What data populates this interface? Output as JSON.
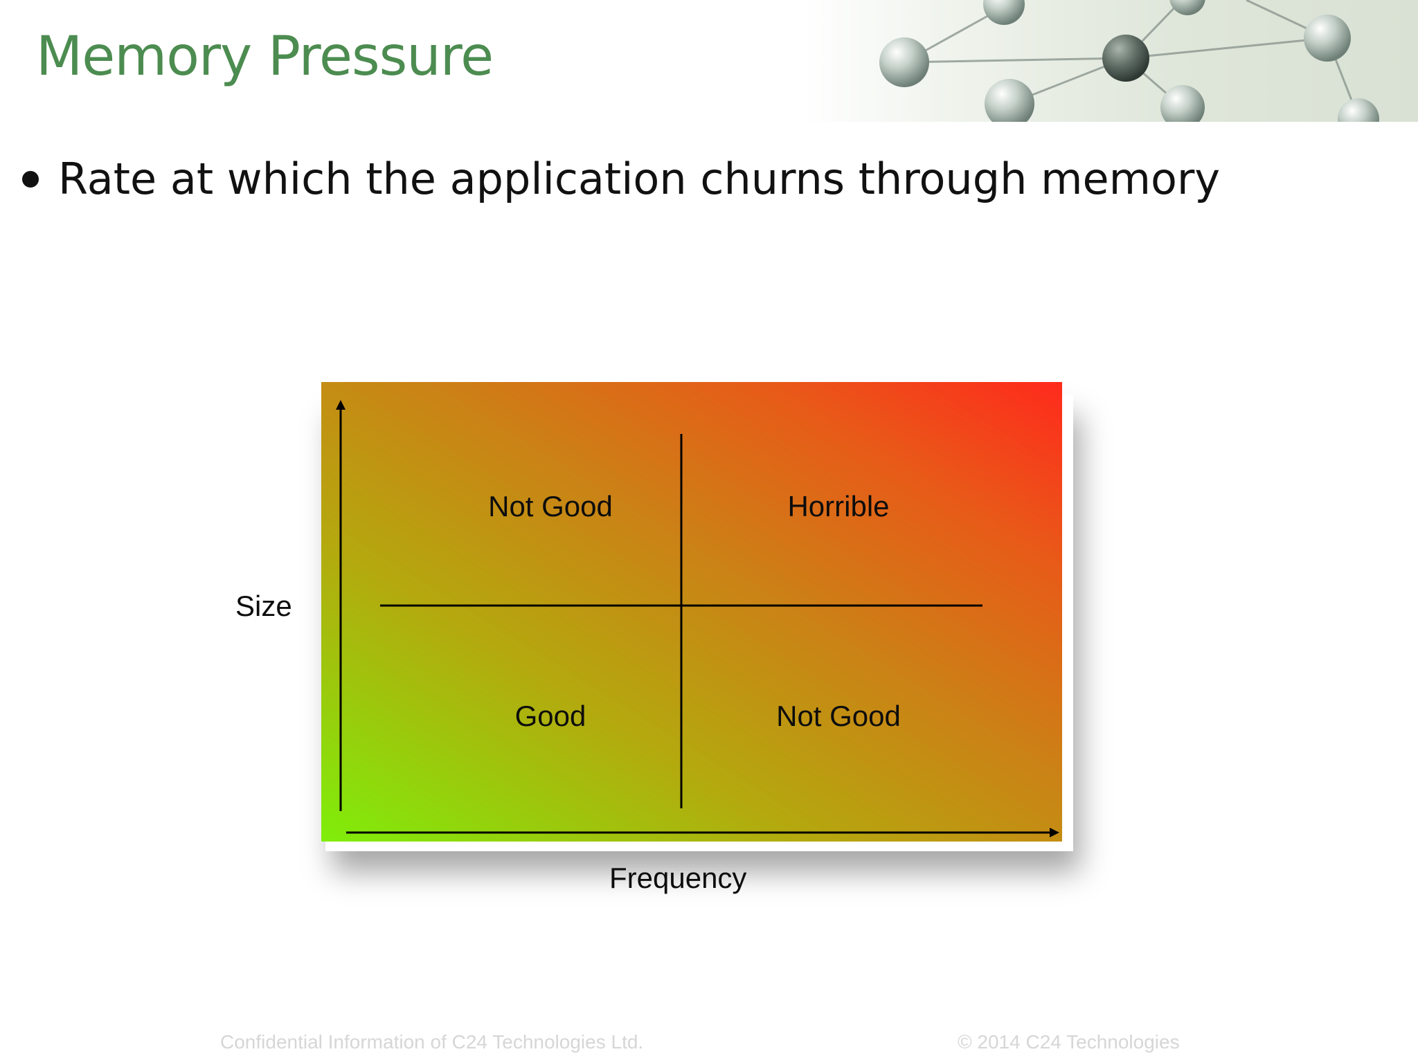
{
  "slide": {
    "title": "Memory Pressure",
    "bullet": "Rate at which the application churns through memory"
  },
  "diagram": {
    "quadrants": {
      "top_left": "Not Good",
      "top_right": "Horrible",
      "bottom_left": "Good",
      "bottom_right": "Not Good"
    },
    "y_axis_label": "Size",
    "x_axis_label": "Frequency",
    "gradient_colors": {
      "bottom_left": "#7fee0a",
      "top_right": "#ff2a1c"
    }
  },
  "footer": {
    "left": "Confidential Information of C24 Technologies Ltd.",
    "right": "© 2014 C24 Technologies"
  },
  "decoration": {
    "header_image": "network-spheres-icon"
  }
}
